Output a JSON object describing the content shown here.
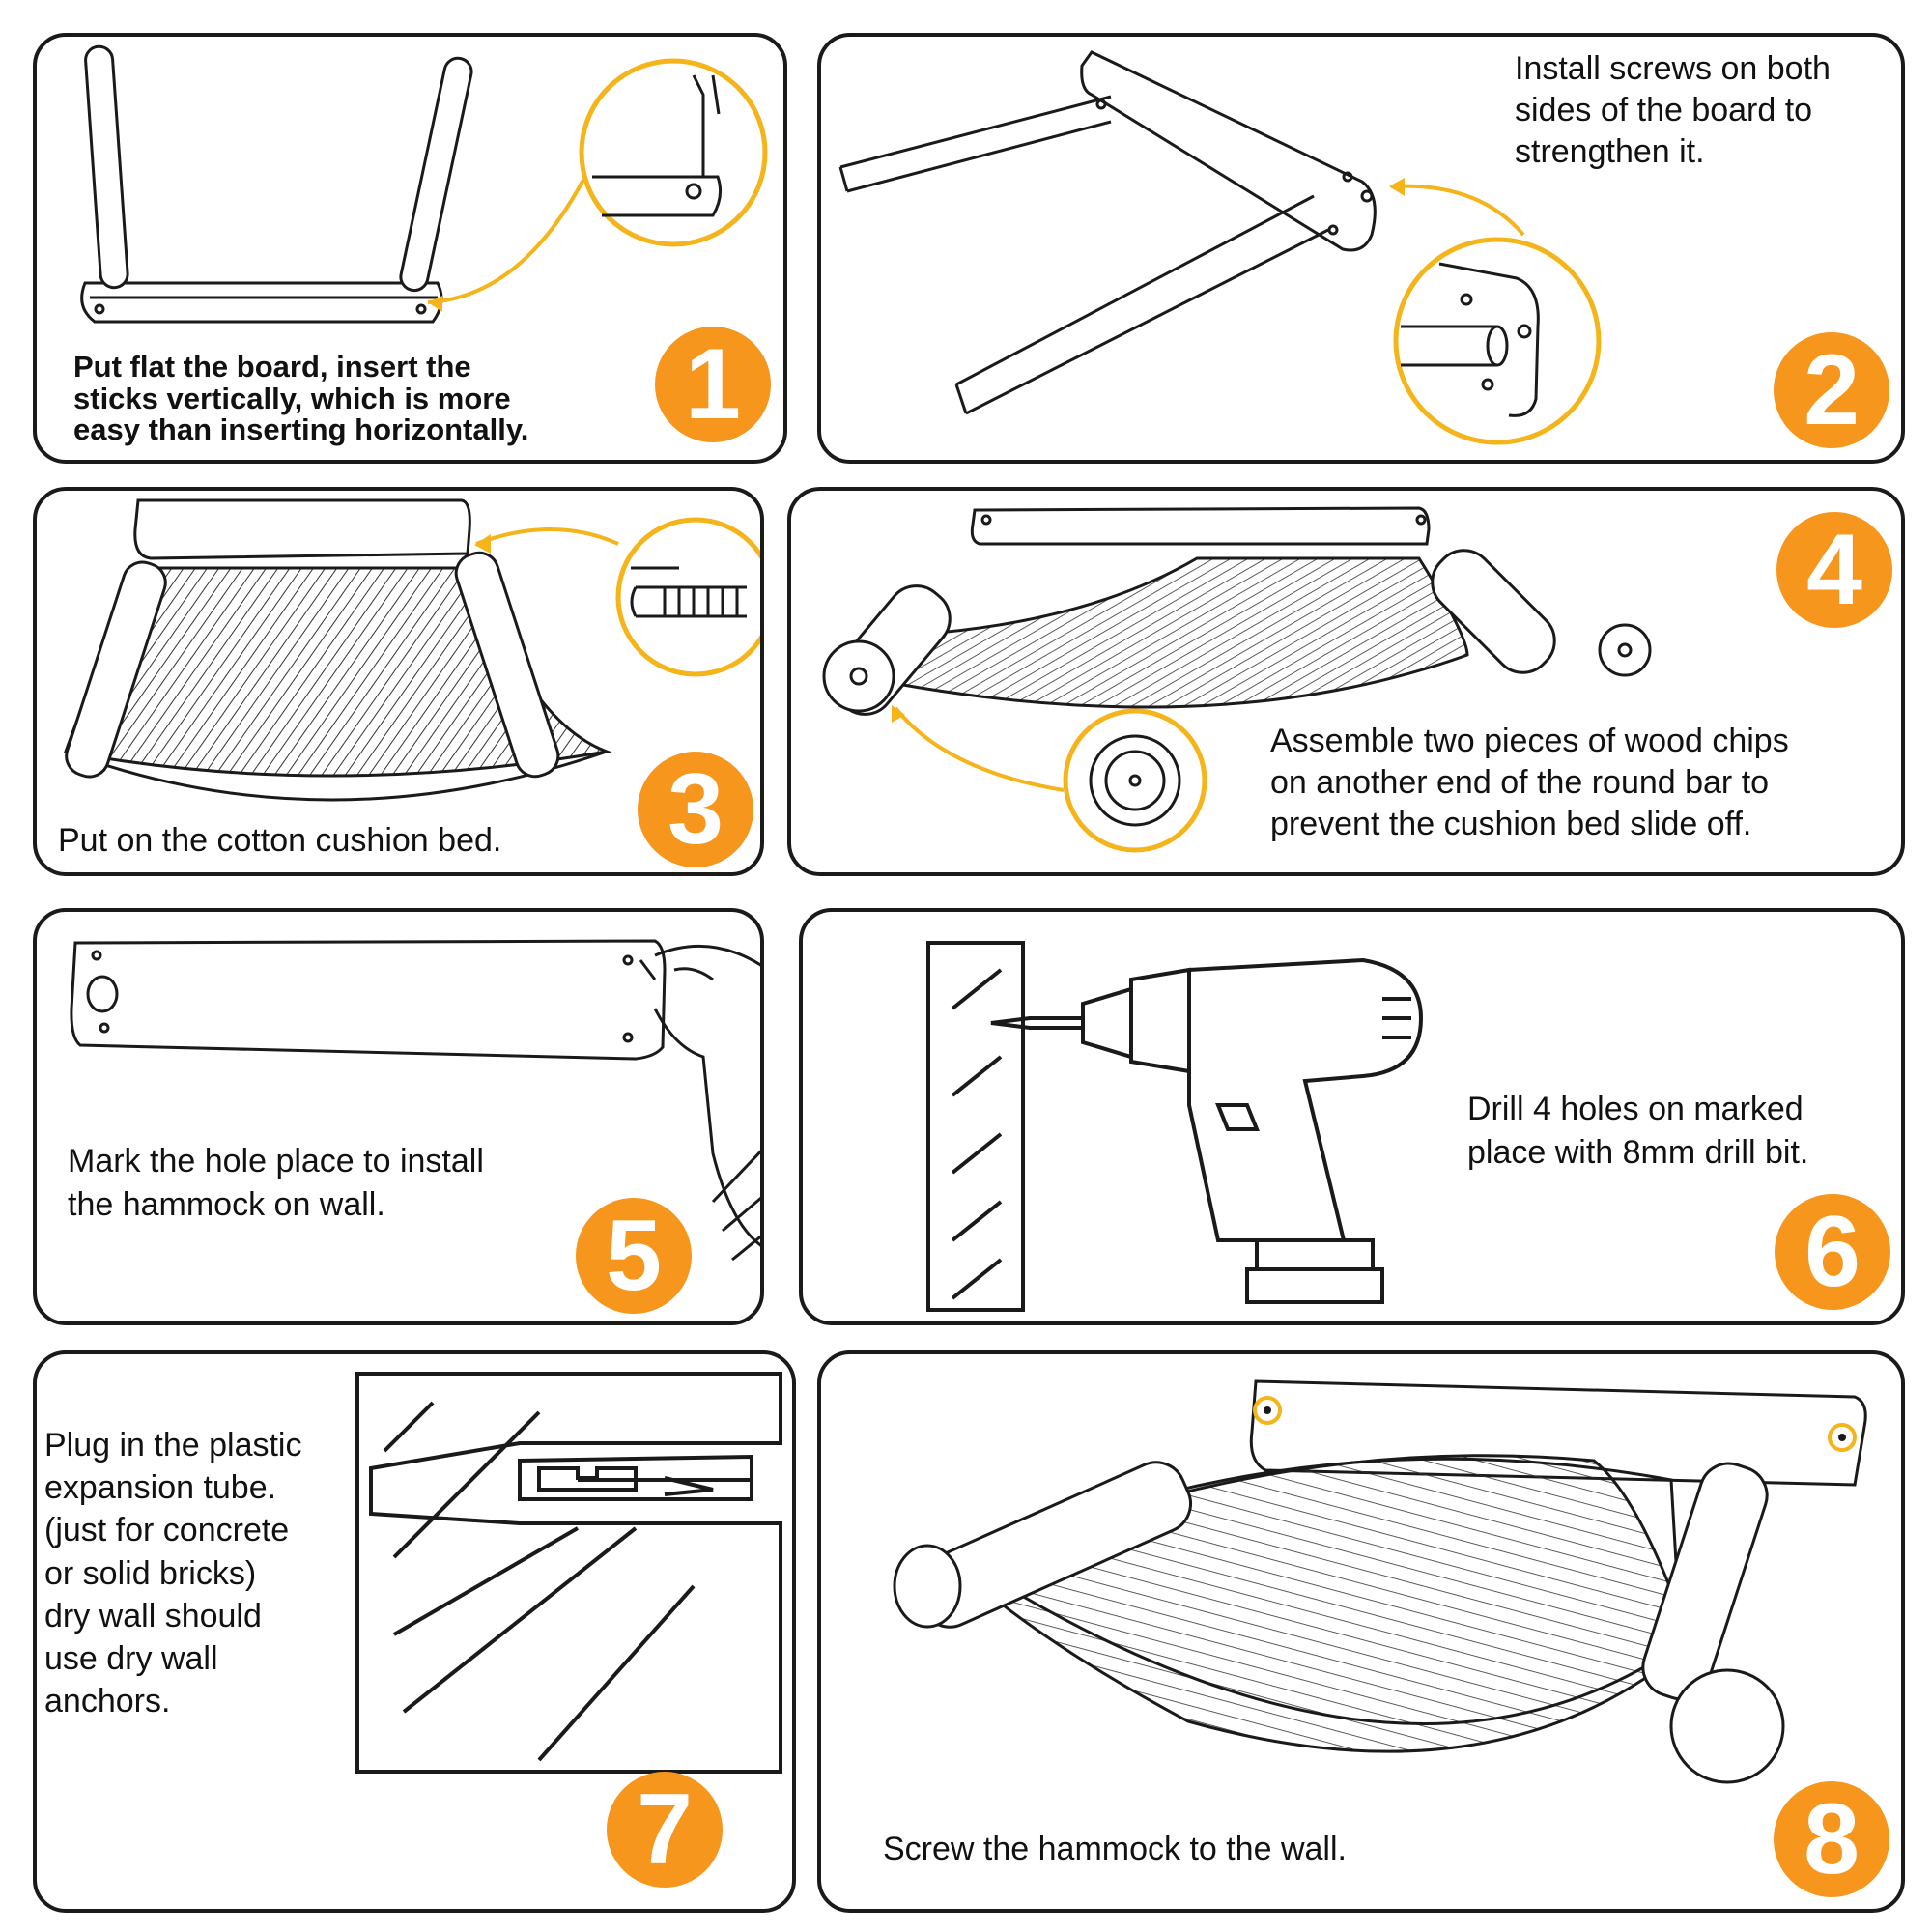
{
  "colors": {
    "accent": "#f7961d",
    "callout": "#f4b41a",
    "line": "#1a1a1a"
  },
  "steps": [
    {
      "number": "1",
      "text": "Put flat the board, insert the\nsticks vertically, which is more\neasy  than inserting horizontally."
    },
    {
      "number": "2",
      "text": "Install screws on both\nsides of the board to\nstrengthen it."
    },
    {
      "number": "3",
      "text": "Put on the cotton cushion bed."
    },
    {
      "number": "4",
      "text": "Assemble two pieces of wood chips\non another end of the round bar to\nprevent the cushion bed slide off."
    },
    {
      "number": "5",
      "text": "Mark the hole place to install\nthe hammock on wall."
    },
    {
      "number": "6",
      "text": "Drill 4 holes on marked\nplace with 8mm drill bit."
    },
    {
      "number": "7",
      "text": "Plug in the plastic\nexpansion tube.\n(just for concrete\nor solid bricks)\ndry wall should\nuse dry wall\nanchors."
    },
    {
      "number": "8",
      "text": "Screw the hammock to the wall."
    }
  ]
}
